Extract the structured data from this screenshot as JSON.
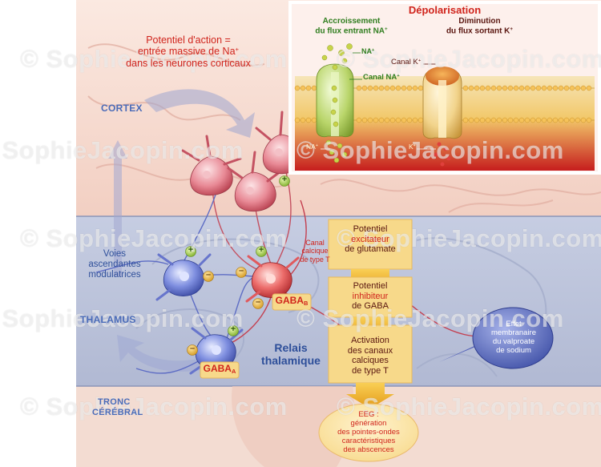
{
  "zones": {
    "cortex": "CORTEX",
    "thalamus": "THALAMUS",
    "tronc_line1": "TRONC",
    "tronc_line2": "CÉRÉBRAL"
  },
  "inset": {
    "title": "Dépolarisation",
    "na_title_1": "Accroissement",
    "na_title_2": "du flux entrant NA",
    "na_title_sup": "+",
    "k_title_1": "Diminution",
    "k_title_2": "du flux sortant K",
    "k_title_sup": "+",
    "na_ion_top": "NA",
    "na_ion_top_sup": "+",
    "canal_na": "Canal NA",
    "canal_na_sup": "+",
    "canal_k": "Canal K",
    "canal_k_sup": "+",
    "na_ion_bottom": "NA",
    "na_ion_bottom_sup": "+",
    "k_ion_bottom": "K",
    "k_ion_bottom_sup": "+"
  },
  "action_potential": {
    "line1": "Potentiel d'action =",
    "line2": "entrée massive de Na",
    "line2_sup": "+",
    "line3": "dans les neurones corticaux"
  },
  "voies": {
    "line1": "Voies",
    "line2": "ascendantes",
    "line3": "modulatrices"
  },
  "canal_calcique": {
    "line1": "Canal",
    "line2": "calcique",
    "line3": "de type T"
  },
  "gaba_b": {
    "main": "GABA",
    "sub": "B"
  },
  "gaba_a": {
    "main": "GABA",
    "sub": "A"
  },
  "relais": {
    "line1": "Relais",
    "line2": "thalamique"
  },
  "flow": {
    "box1_line1": "Potentiel",
    "box1_line2": "excitateur",
    "box1_line3": "de glutamate",
    "box2_line1": "Potentiel",
    "box2_line2": "inhibiteur",
    "box2_line3": "de GABA",
    "box3_line1": "Activation",
    "box3_line2": "des canaux",
    "box3_line3": "calciques",
    "box3_line4": "de type T"
  },
  "eeg": {
    "line1": "EEG :",
    "line2": "génération",
    "line3": "des pointes-ondes",
    "line4": "caractéristiques",
    "line5": "des abscences"
  },
  "valproate": {
    "line1": "Effet",
    "line2": "membranaire",
    "line3": "du valproate",
    "line4": "de sodium"
  },
  "signs": {
    "plus": "+",
    "minus": "–"
  },
  "watermark": "© SophieJacopin.com",
  "colors": {
    "cortex_bg": "#f6d8cc",
    "thalamus_bg": "#bcc4dc",
    "flow_box": "#f7d98a",
    "accent_red": "#d0241c",
    "accent_blue": "#2e4f9a"
  }
}
